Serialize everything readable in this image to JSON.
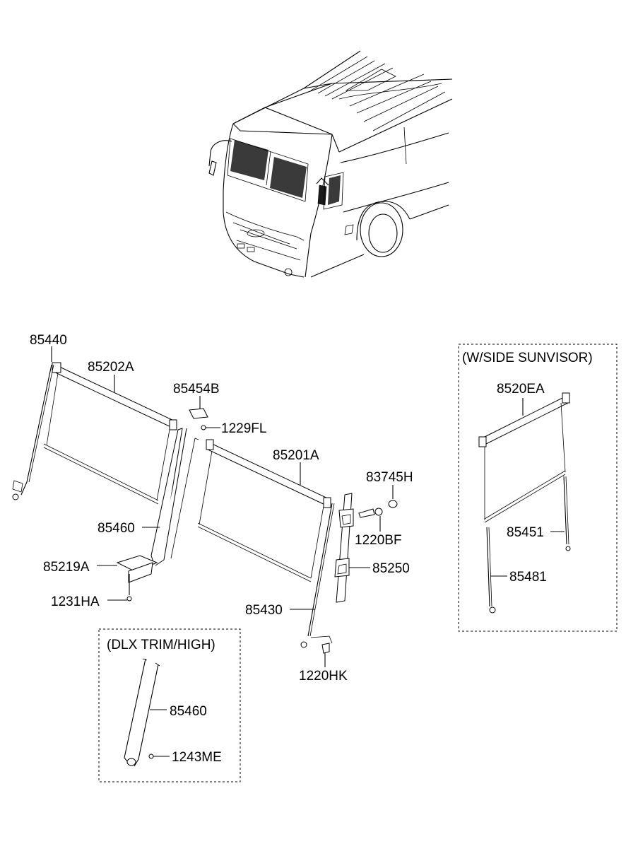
{
  "labels": {
    "p85440": "85440",
    "p85202A": "85202A",
    "p85454B": "85454B",
    "p1229FL": "1229FL",
    "p85201A": "85201A",
    "p83745H": "83745H",
    "p1220BF": "1220BF",
    "p85250": "85250",
    "p85460": "85460",
    "p85219A": "85219A",
    "p1231HA": "1231HA",
    "p85430": "85430",
    "p1220HK": "1220HK",
    "p8520EA": "8520EA",
    "p85451": "85451",
    "p85481": "85481",
    "p85460b": "85460",
    "p1243ME": "1243ME"
  },
  "boxes": {
    "side_sunvisor": "(W/SIDE SUNVISOR)",
    "dlx_trim": "(DLX TRIM/HIGH)"
  },
  "colors": {
    "line": "#000000",
    "background": "#ffffff",
    "shade": "#1a1a1a"
  }
}
